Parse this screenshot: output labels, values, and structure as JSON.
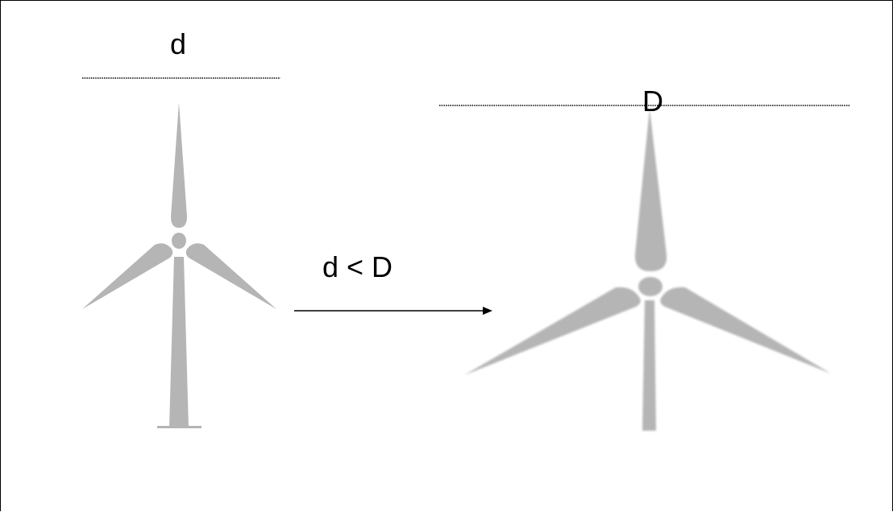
{
  "diagram": {
    "small_turbine_label": "d",
    "large_turbine_label": "D",
    "relation_label": "d < D"
  },
  "colors": {
    "turbine_fill": "#b5b5b5",
    "line_color": "#000000",
    "background": "#ffffff"
  },
  "icons": {
    "small_turbine": "wind-turbine-icon",
    "large_turbine": "wind-turbine-icon",
    "arrow": "arrow-right-icon"
  }
}
